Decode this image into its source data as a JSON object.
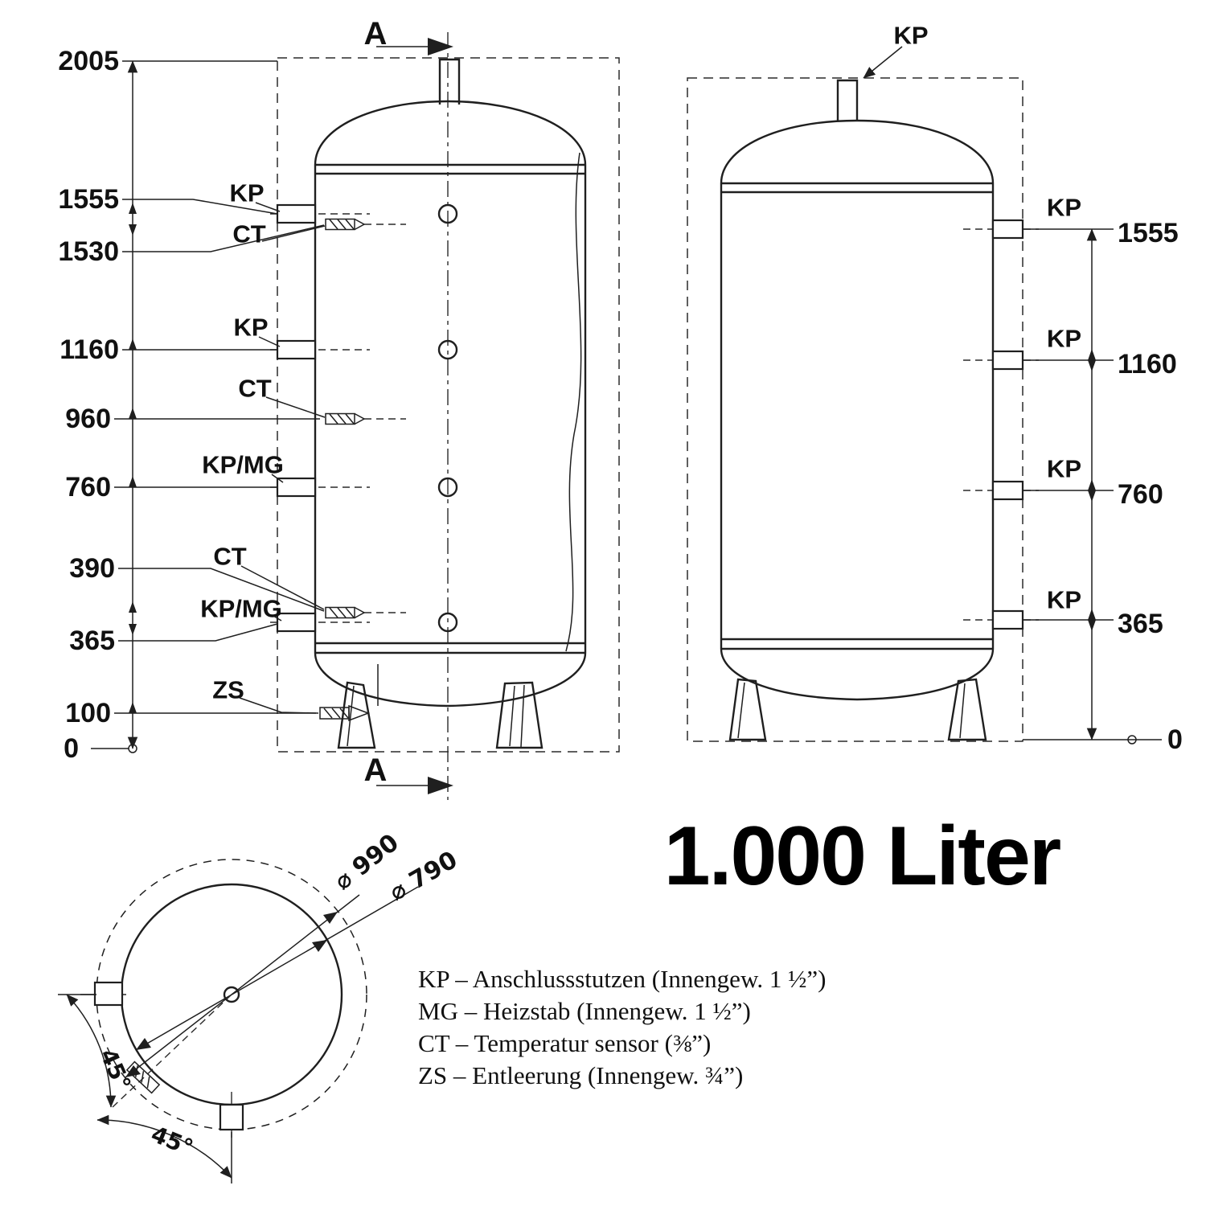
{
  "title": "1.000 Liter",
  "section": {
    "marker": "A"
  },
  "front_view": {
    "dims": {
      "d2005": "2005",
      "d1555": "1555",
      "d1530": "1530",
      "d1160": "1160",
      "d960": "960",
      "d760": "760",
      "d390": "390",
      "d365": "365",
      "d100": "100",
      "d0": "0"
    },
    "ports": {
      "kp1": "KP",
      "ct1": "CT",
      "kp2": "KP",
      "ct2": "CT",
      "kpmg1": "KP/MG",
      "ct3": "CT",
      "kpmg2": "KP/MG",
      "zs": "ZS"
    }
  },
  "side_view": {
    "top_port": "KP",
    "ports": {
      "kp1": "KP",
      "kp2": "KP",
      "kp3": "KP",
      "kp4": "KP"
    },
    "dims": {
      "d1555": "1555",
      "d1160": "1160",
      "d760": "760",
      "d365": "365",
      "d0": "0"
    }
  },
  "top_view": {
    "outer_diameter": "⌀ 990",
    "inner_diameter": "⌀ 790",
    "angle_left": "45°",
    "angle_bottom": "45°"
  },
  "legend": {
    "kp": "KP – Anschlussstutzen (Innengew. 1 ½”)",
    "mg": "MG – Heizstab (Innengew. 1 ½”)",
    "ct": "CT – Temperatur sensor (⅜”)",
    "zs": "ZS – Entleerung (Innengew. ¾”)"
  }
}
